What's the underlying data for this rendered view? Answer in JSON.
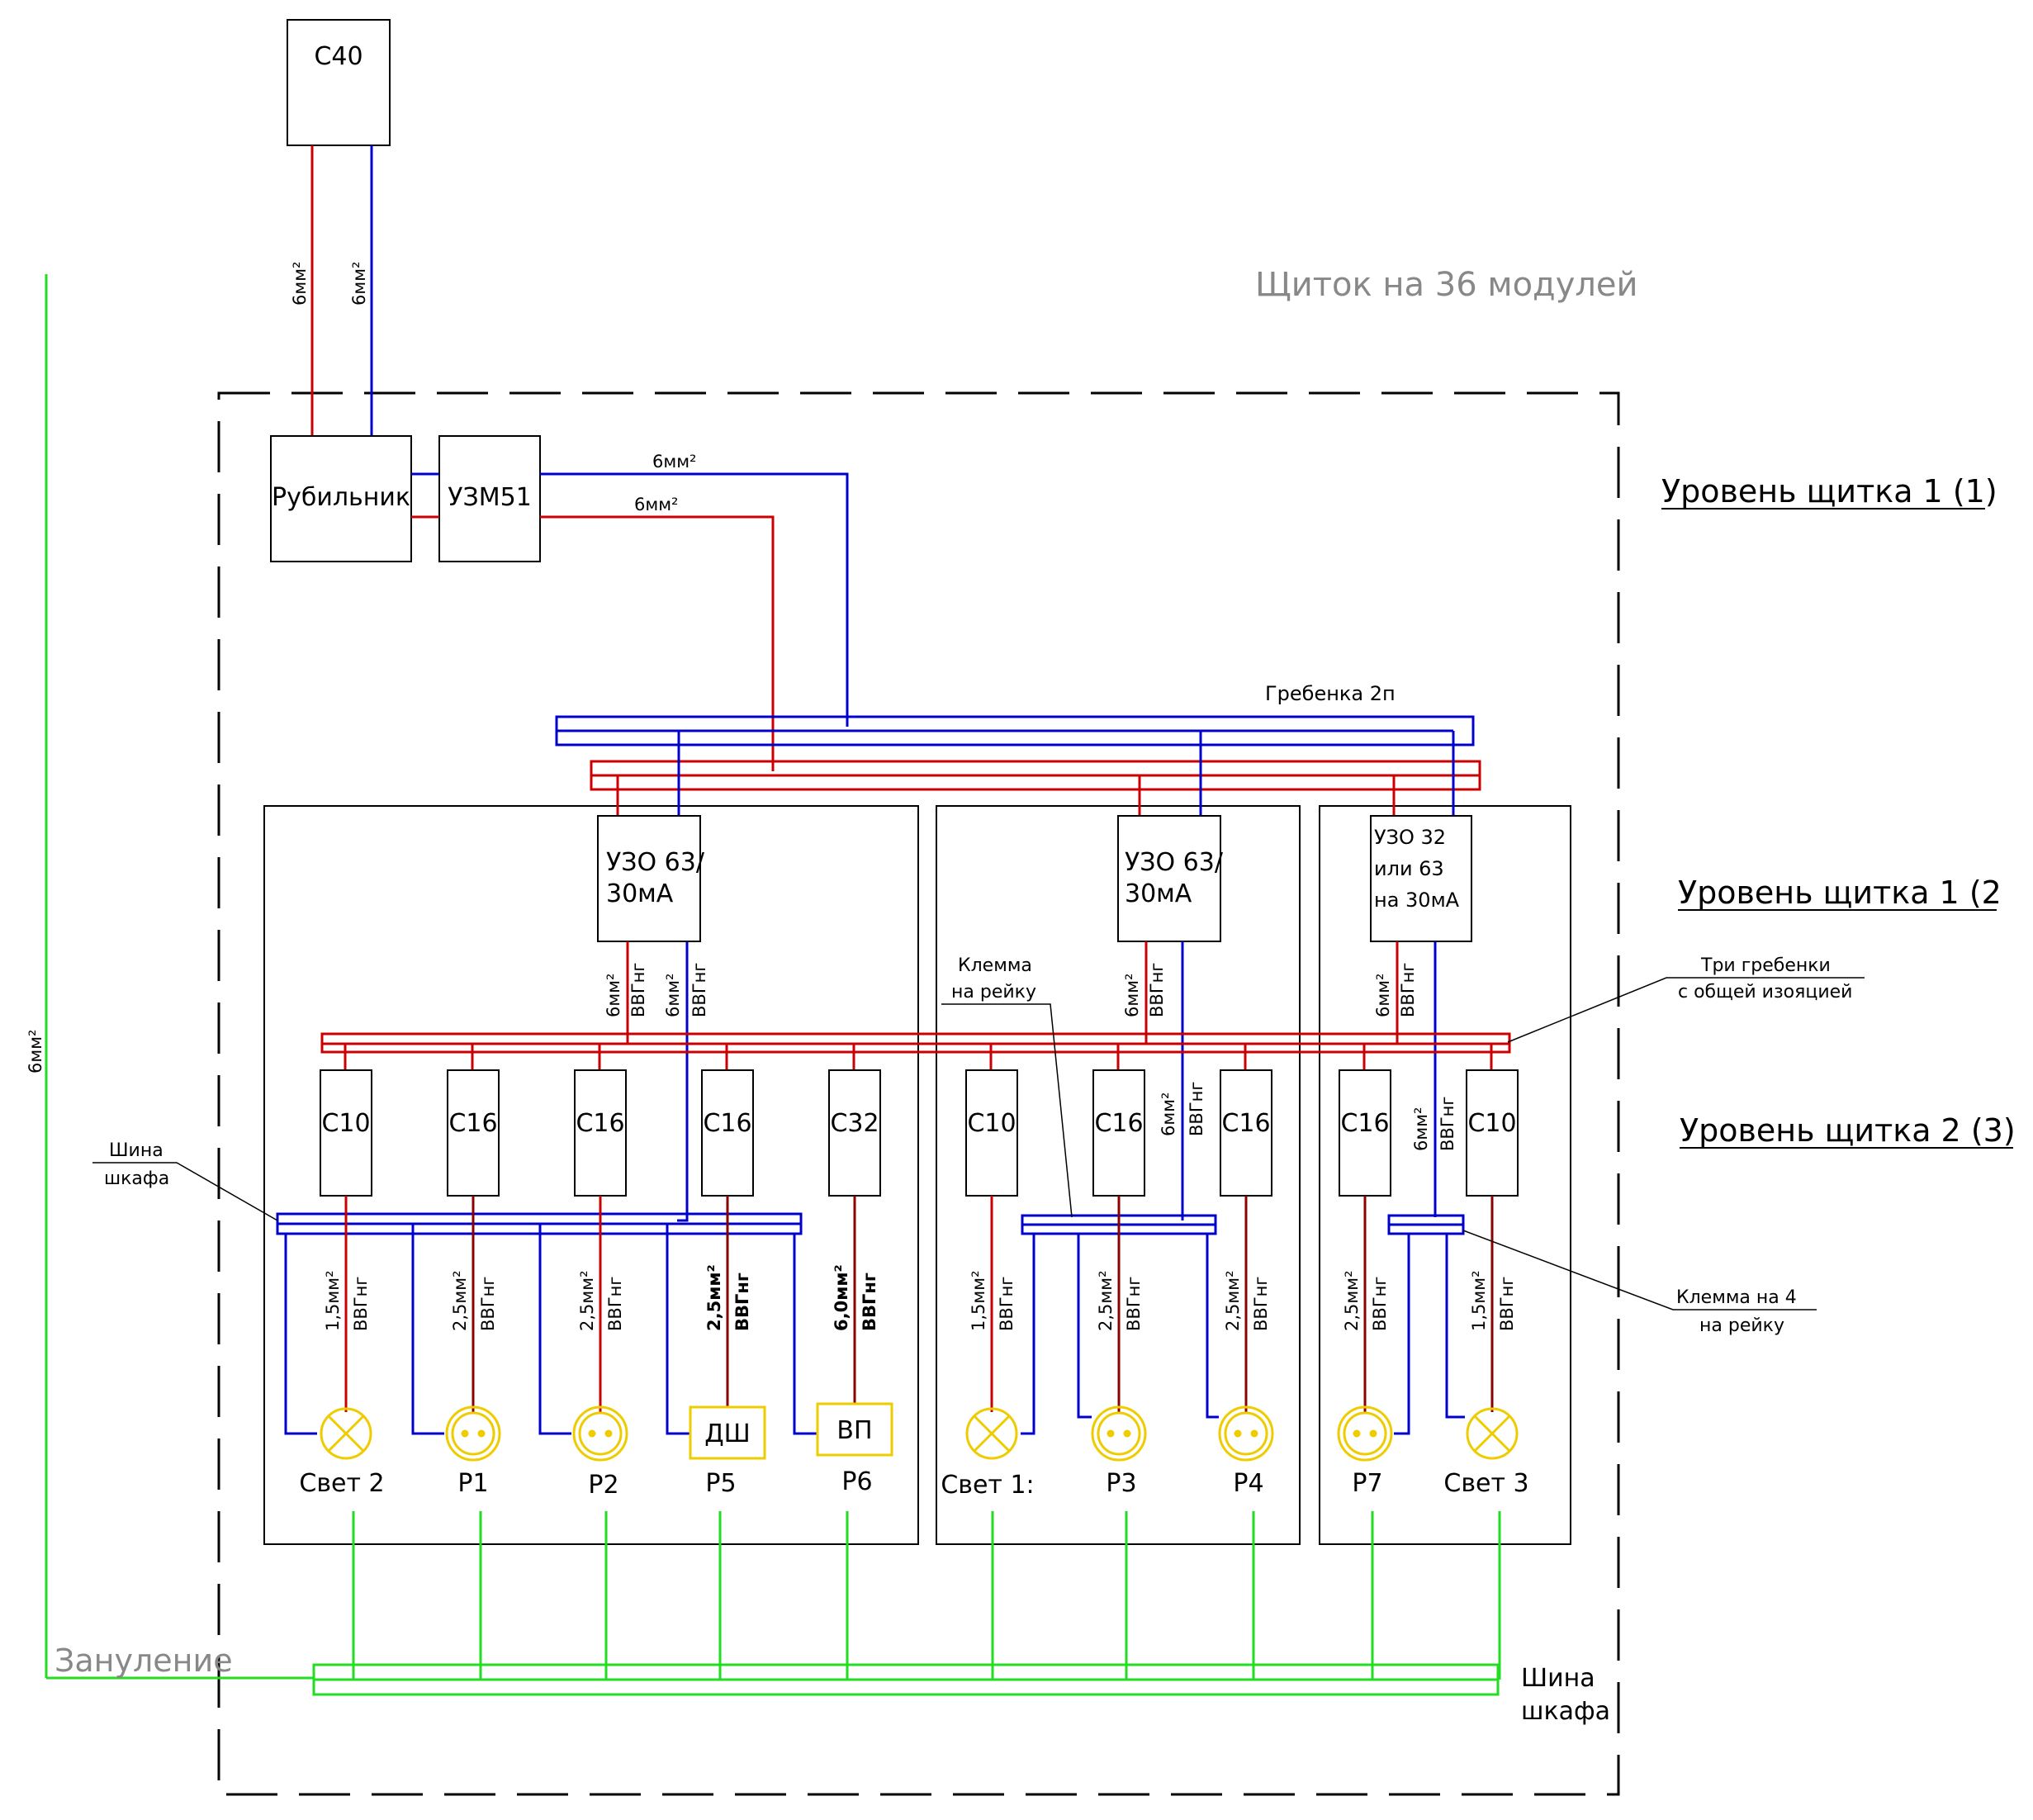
{
  "colors": {
    "phase": "#cc0000",
    "neutral": "#0000cc",
    "ground": "#22dd22",
    "device": "#eecc00",
    "frame": "#000000"
  },
  "title": "Щиток на 36 модулей",
  "levels": {
    "l1": "Уровень щитка 1 (1)",
    "l2": "Уровень щитка 1 (2",
    "l3": "Уровень щитка 2 (3)"
  },
  "input": {
    "breaker": "C40",
    "wire_phase": "6мм²",
    "wire_neutral": "6мм²"
  },
  "main": {
    "switch": "Рубильник",
    "relay": "УЗМ51",
    "wire_n": "6мм²",
    "wire_l": "6мм²"
  },
  "comb_label": "Гребенка 2п",
  "rcd": [
    {
      "line1": "УЗО 63/",
      "line2": "30мА",
      "line3": ""
    },
    {
      "line1": "УЗО 63/",
      "line2": "30мА",
      "line3": ""
    },
    {
      "line1": "УЗО 32",
      "line2": "или 63",
      "line3": "на 30мА"
    }
  ],
  "rcd_wires": {
    "size": "6мм²",
    "type": "ВВГнг"
  },
  "breakers": [
    "C10",
    "C16",
    "C16",
    "C16",
    "C32",
    "C10",
    "C16",
    "C16",
    "C16",
    "C10"
  ],
  "circuits": [
    {
      "size": "1,5мм²",
      "type": "ВВГнг",
      "label": "Свет 2"
    },
    {
      "size": "2,5мм²",
      "type": "ВВГнг",
      "label": "Р1"
    },
    {
      "size": "2,5мм²",
      "type": "ВВГнг",
      "label": "Р2"
    },
    {
      "size": "2,5мм²",
      "type": "ВВГнг",
      "label": "Р5",
      "box": "ДШ"
    },
    {
      "size": "6,0мм²",
      "type": "ВВГнг",
      "label": "Р6",
      "box": "ВП"
    },
    {
      "size": "1,5мм²",
      "type": "ВВГнг",
      "label": "Свет 1:"
    },
    {
      "size": "2,5мм²",
      "type": "ВВГнг",
      "label": "Р3"
    },
    {
      "size": "2,5мм²",
      "type": "ВВГнг",
      "label": "Р4"
    },
    {
      "size": "2,5мм²",
      "type": "ВВГнг",
      "label": "Р7"
    },
    {
      "size": "1,5мм²",
      "type": "ВВГнг",
      "label": "Свет 3"
    }
  ],
  "notes": {
    "klemma_line1": "Клемма",
    "klemma_line2": "на рейку",
    "combs_line1": "Три гребенки",
    "combs_line2": "с общей изояцией",
    "bus_left_line1": "Шина",
    "bus_left_line2": "шкафа",
    "klemma4_line1": "Клемма на 4",
    "klemma4_line2": "на рейку"
  },
  "ground": {
    "label": "Зануление",
    "wire": "6мм²",
    "bus_line1": "Шина",
    "bus_line2": "шкафа"
  }
}
